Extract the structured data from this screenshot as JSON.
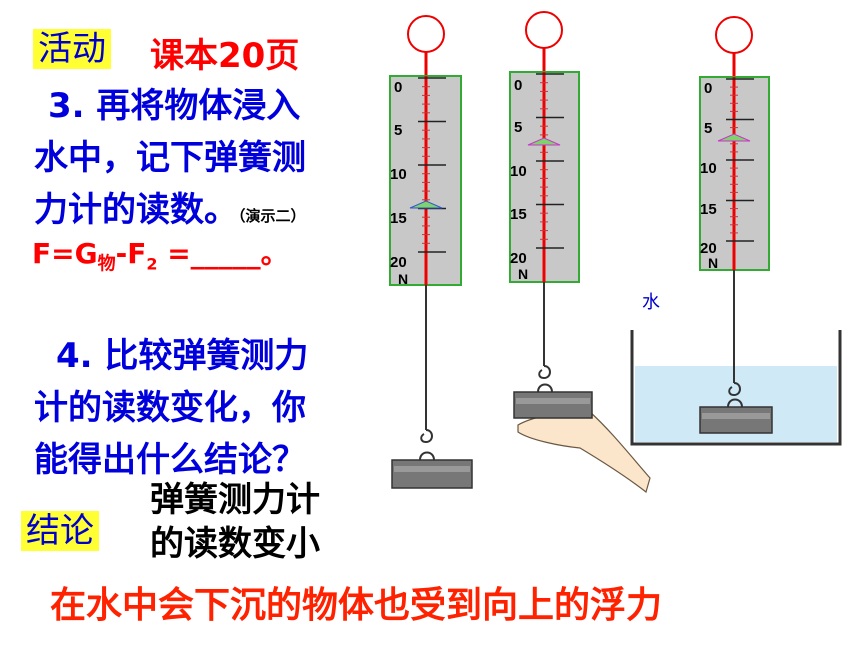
{
  "activity_tag": "活动",
  "textbook_ref": "课本20页",
  "step3": {
    "line1": "3. 再将物体浸入",
    "line2": "水中，记下弹簧测",
    "line3": "力计的读数。",
    "note": "（演示二）"
  },
  "formula": {
    "lhs": "F=G",
    "sub": "物",
    "minus": "-F",
    "sub2": "2",
    "rest": " =_____。"
  },
  "step4": {
    "line1": "4. 比较弹簧测力",
    "line2": "计的读数变化，你",
    "line3": "能得出什么结论？"
  },
  "conclusion_tag": "结论",
  "conclusion": {
    "line1": "弹簧测力计",
    "line2": "的读数变小"
  },
  "water_label": "水",
  "bottom_statement": "在水中会下沉的物体也受到向上的浮力",
  "scale_labels": [
    "0",
    "5",
    "10",
    "15",
    "20",
    "N"
  ],
  "colors": {
    "red": "#ff0000",
    "blue": "#0000dd",
    "tag_bg": "#ffff33",
    "scale_bg": "#c8c8c8",
    "scale_border": "#33aa33",
    "water": "#cfe9f7"
  }
}
